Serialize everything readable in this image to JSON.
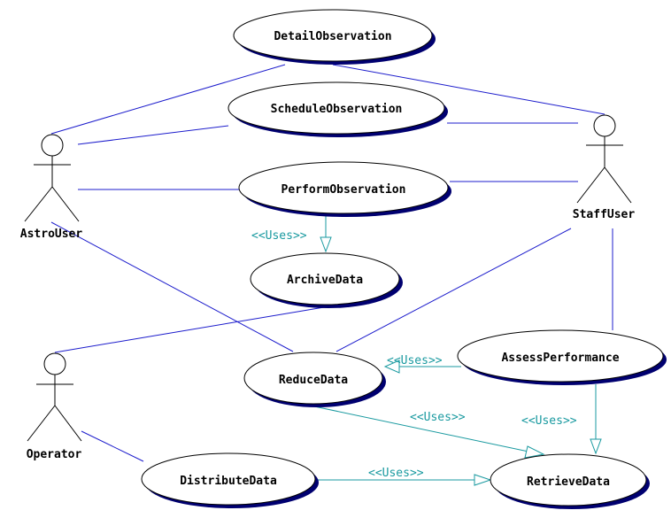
{
  "actors": [
    {
      "id": "astrouser",
      "label": "AstroUser"
    },
    {
      "id": "staffuser",
      "label": "StaffUser"
    },
    {
      "id": "operator",
      "label": "Operator"
    }
  ],
  "use_cases": [
    {
      "id": "detailobservation",
      "label": "DetailObservation"
    },
    {
      "id": "scheduleobservation",
      "label": "ScheduleObservation"
    },
    {
      "id": "performobservation",
      "label": "PerformObservation"
    },
    {
      "id": "archivedata",
      "label": "ArchiveData"
    },
    {
      "id": "reducedata",
      "label": "ReduceData"
    },
    {
      "id": "assessperformance",
      "label": "AssessPerformance"
    },
    {
      "id": "distributedata",
      "label": "DistributeData"
    },
    {
      "id": "retrievedata",
      "label": "RetrieveData"
    }
  ],
  "associations": [
    {
      "from": "astrouser",
      "to": "detailobservation"
    },
    {
      "from": "astrouser",
      "to": "scheduleobservation"
    },
    {
      "from": "astrouser",
      "to": "performobservation"
    },
    {
      "from": "astrouser",
      "to": "reducedata"
    },
    {
      "from": "staffuser",
      "to": "detailobservation"
    },
    {
      "from": "staffuser",
      "to": "scheduleobservation"
    },
    {
      "from": "staffuser",
      "to": "performobservation"
    },
    {
      "from": "staffuser",
      "to": "reducedata"
    },
    {
      "from": "staffuser",
      "to": "assessperformance"
    },
    {
      "from": "operator",
      "to": "archivedata"
    },
    {
      "from": "operator",
      "to": "distributedata"
    }
  ],
  "uses": [
    {
      "from": "performobservation",
      "to": "archivedata",
      "label": "<<Uses>>"
    },
    {
      "from": "assessperformance",
      "to": "reducedata",
      "label": "<<Uses>>"
    },
    {
      "from": "reducedata",
      "to": "retrievedata",
      "label": "<<Uses>>"
    },
    {
      "from": "assessperformance",
      "to": "retrievedata",
      "label": "<<Uses>>"
    },
    {
      "from": "distributedata",
      "to": "retrievedata",
      "label": "<<Uses>>"
    }
  ],
  "colors": {
    "association": "#1c1ccc",
    "uses": "#1a9aa0",
    "ellipse_shadow": "#000070",
    "outline": "#000000"
  }
}
